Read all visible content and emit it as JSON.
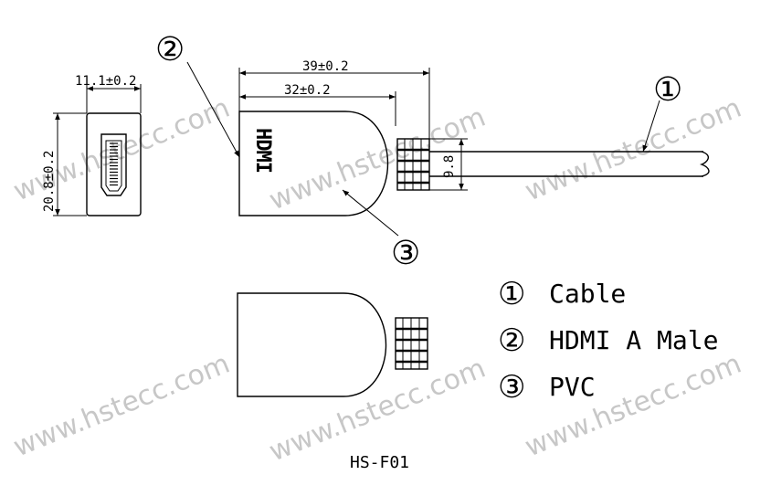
{
  "dimensions": {
    "width_front": "11.1±0.2",
    "height_front": "20.8±0.2",
    "length_total": "39±0.2",
    "length_body": "32±0.2",
    "cable_dia": "9.8"
  },
  "callouts": [
    "①",
    "②",
    "③"
  ],
  "body_logo": "HDMI",
  "legend": [
    {
      "num": "①",
      "label": "Cable"
    },
    {
      "num": "②",
      "label": "HDMI A Male"
    },
    {
      "num": "③",
      "label": "PVC"
    }
  ],
  "part_number": "HS-F01",
  "watermark": "www.hstecc.com"
}
